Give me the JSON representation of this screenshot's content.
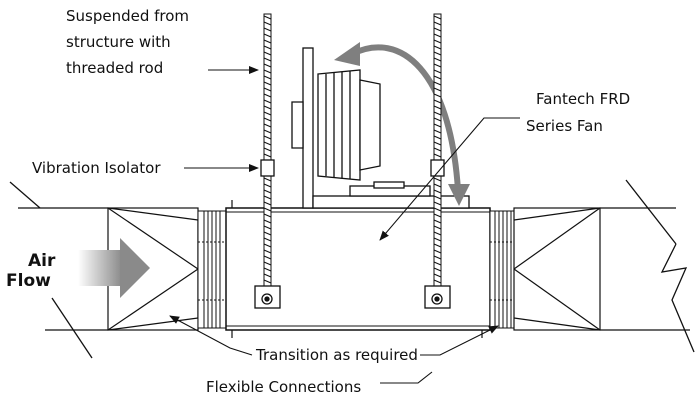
{
  "labels": {
    "suspended_line1": "Suspended from",
    "suspended_line2": "structure with",
    "suspended_line3": "threaded rod",
    "fan_line1": "Fantech FRD",
    "fan_line2": "Series Fan",
    "isolator": "Vibration Isolator",
    "air": "Air",
    "flow": "Flow",
    "transition": "Transition as required",
    "flexible": "Flexible Connections"
  },
  "colors": {
    "line": "#111111",
    "arrow_gray": "#7f7f7f",
    "fill_gray": "#bdbdbd"
  }
}
